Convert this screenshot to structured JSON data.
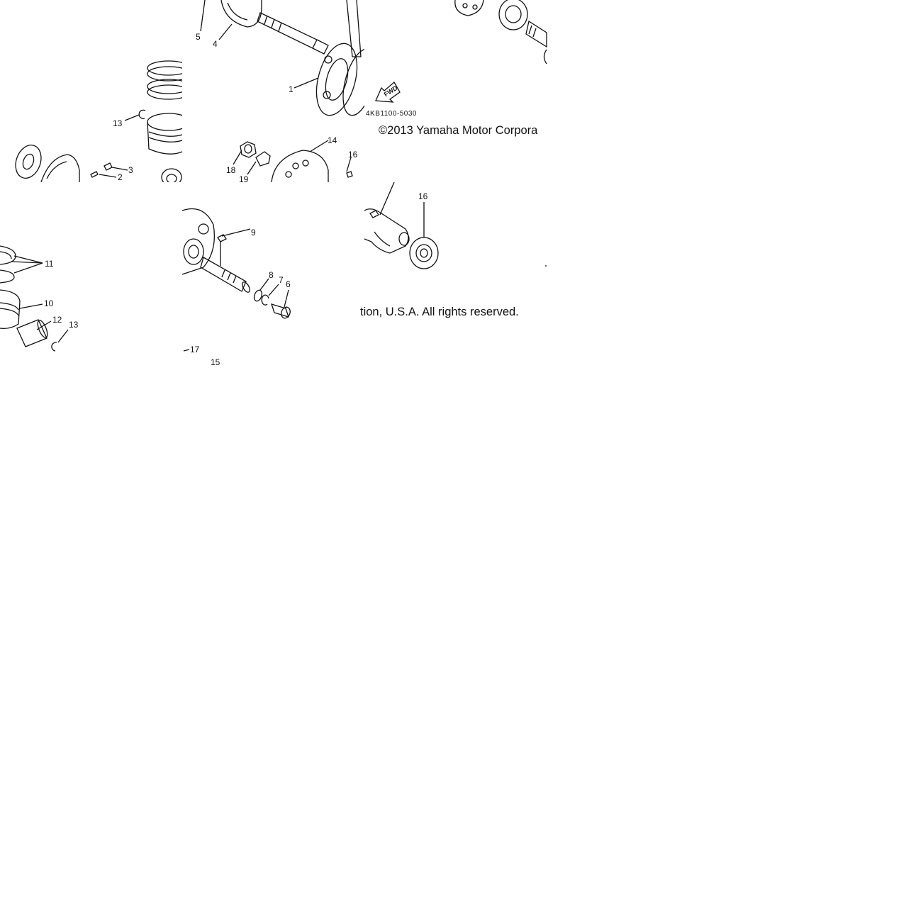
{
  "diagram": {
    "callouts": {
      "n1": "1",
      "n2": "2",
      "n3": "3",
      "n4": "4",
      "n5": "5",
      "n6": "6",
      "n7": "7",
      "n8": "8",
      "n9": "9",
      "n10": "10",
      "n11": "11",
      "n12": "12",
      "n13a": "13",
      "n13b": "13",
      "n14": "14",
      "n15": "15",
      "n16a": "16",
      "n16b": "16",
      "n17": "17",
      "n18": "18",
      "n19": "19"
    },
    "fwd_label": "FWD",
    "part_code": "4KB1100-5030",
    "copyright_part1": "©2013 Yamaha Motor Corpora",
    "copyright_part2": "tion, U.S.A. All rights reserved."
  }
}
